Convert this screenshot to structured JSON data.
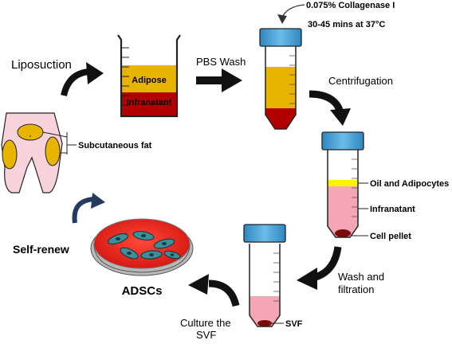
{
  "labels": {
    "liposuction": "Liposuction",
    "adipose": "Adipose",
    "infranatant_beaker": "Infranatant",
    "pbs_wash": "PBS Wash",
    "collagenase": "0.075% Collagenase I",
    "incubation": "30-45 mins at 37°C",
    "centrifugation": "Centrifugation",
    "subcutaneous_fat": "Subcutaneous fat",
    "oil_adipocytes": "Oil and Adipocytes",
    "infranatant_tube": "Infranatant",
    "cell_pellet": "Cell pellet",
    "wash_line1": "Wash and",
    "wash_line2": "filtration",
    "self_renew": "Self-renew",
    "adscs": "ADSCs",
    "svf": "SVF",
    "culture_line1": "Culture the",
    "culture_line2": "SVF"
  },
  "colors": {
    "adipose_yellow": "#e8b400",
    "infranatant_red": "#b20000",
    "pink": "#f4a6b4",
    "cap_blue": "#4aa3d8",
    "dish_red": "#e8201e",
    "cell_teal": "#3e8f98",
    "arrow_dark": "#111111",
    "renew_arrow": "#243a5e",
    "body_pink": "#f9d3dc"
  }
}
